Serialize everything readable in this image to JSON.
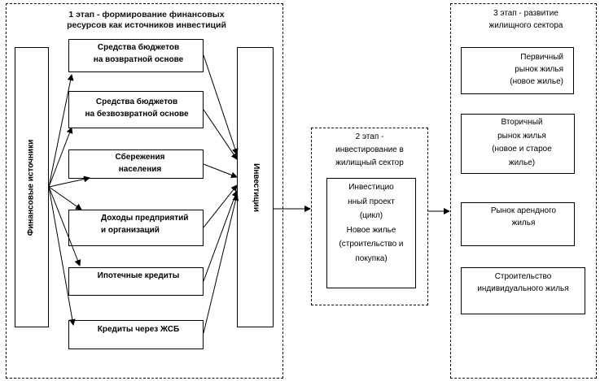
{
  "stage1": {
    "title": "1 этап - формирование  финансовых\nресурсов  как источников  инвестиций",
    "left_label": "Финансовые  источники",
    "right_label": "Инвестиции",
    "sources": [
      "Средства  бюджетов\nна возвратной  основе",
      "Средства  бюджетов\nна безвозвратной  основе",
      "Сбережения\nнаселения",
      "Доходы предприятий\nи организаций",
      "Ипотечные кредиты",
      "Кредиты через ЖСБ"
    ]
  },
  "stage2": {
    "title": "2 этап -\nинвестирование  в\nжилищный сектор",
    "project": "Инвестицио\nнный проект\n(цикл)\nНовое жилье\n(строительство  и\nпокупка)"
  },
  "stage3": {
    "title": "3 этап - развитие\nжилищного  сектора",
    "items": [
      "Первичный\nрынок жилья\n(новое жилье)",
      "Вторичный\nрынок жилья\n(новое и старое\nжилье)",
      "Рынок арендного\nжилья",
      "Строительство\nиндивидуального  жилья"
    ]
  }
}
